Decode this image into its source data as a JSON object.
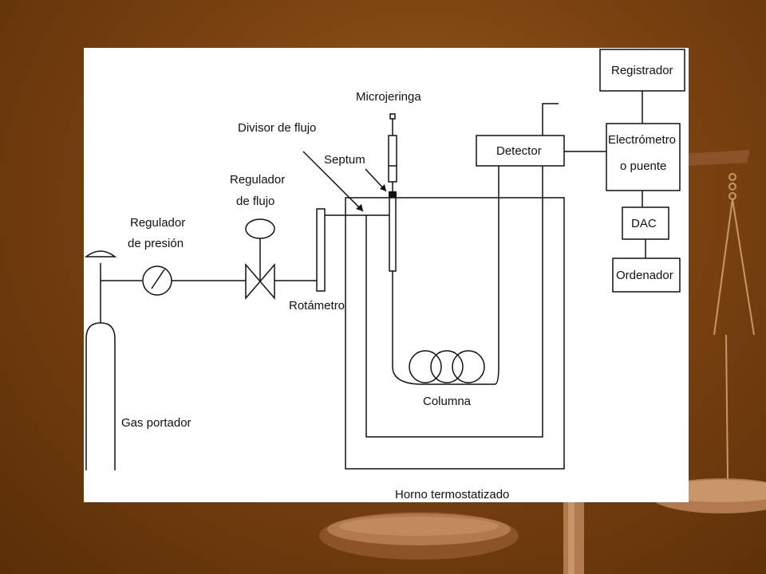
{
  "labels": {
    "microjeringa": "Microjeringa",
    "divisor_flujo": "Divisor de flujo",
    "septum": "Septum",
    "regulador_flujo_l1": "Regulador",
    "regulador_flujo_l2": "de flujo",
    "regulador_presion_l1": "Regulador",
    "regulador_presion_l2": "de presión",
    "rotametro": "Rotámetro",
    "gas_portador": "Gas portador",
    "columna": "Columna",
    "horno": "Horno termostatizado",
    "detector": "Detector",
    "registrador": "Registrador",
    "electrometro_l1": "Electrómetro",
    "electrometro_l2": "o puente",
    "dac": "DAC",
    "ordenador": "Ordenador"
  },
  "colors": {
    "background": "#7a4210",
    "panel": "#ffffff",
    "line": "#111111",
    "scale_ornament": "#c9956a"
  }
}
